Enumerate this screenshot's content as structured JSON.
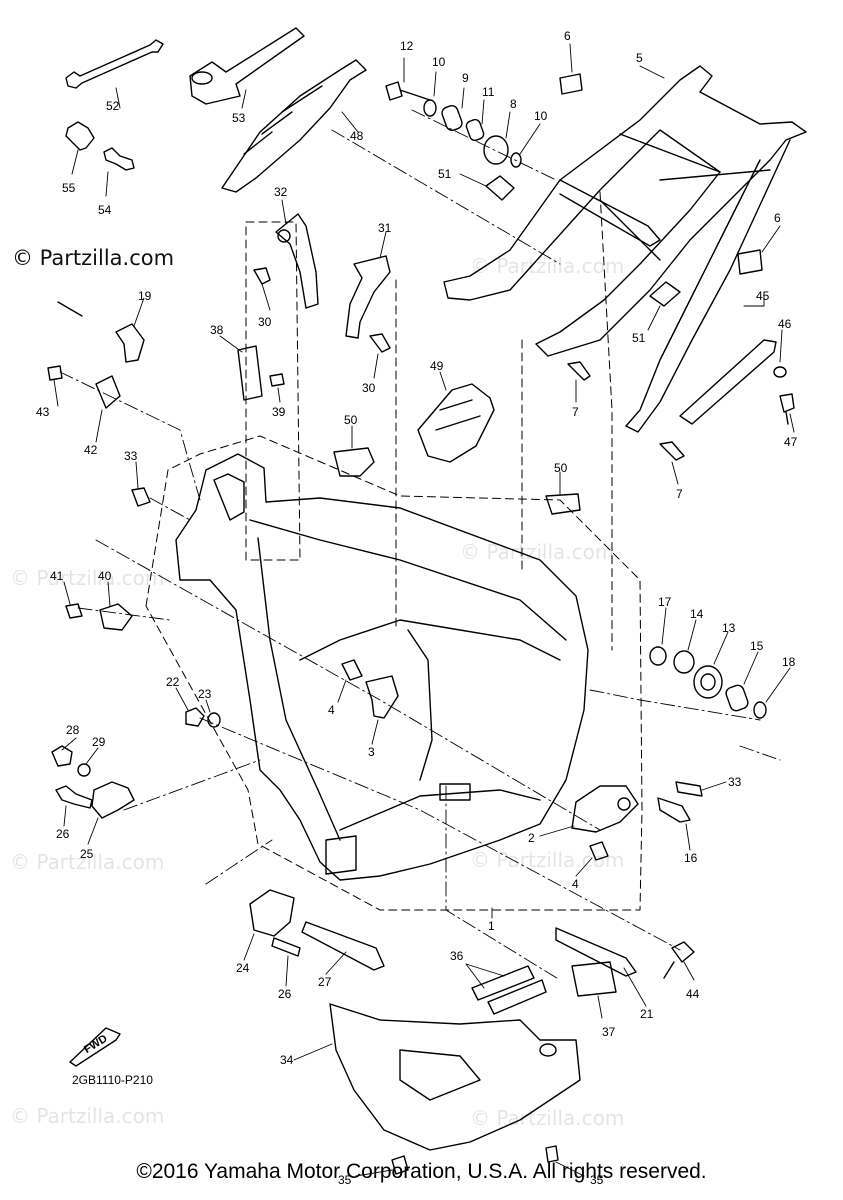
{
  "watermark": {
    "strong": "© Partzilla.com",
    "faint": "© Partzilla.com"
  },
  "diagram_code": "2GB1110-P210",
  "fwd_label": "FWD",
  "copyright": "©2016 Yamaha Motor Corporation, U.S.A. All rights reserved.",
  "callouts": {
    "c52": "52",
    "c53": "53",
    "c55": "55",
    "c54": "54",
    "c48": "48",
    "c12": "12",
    "c10a": "10",
    "c9": "9",
    "c11": "11",
    "c8": "8",
    "c10b": "10",
    "c6a": "6",
    "c5": "5",
    "c51a": "51",
    "c6b": "6",
    "c45": "45",
    "c46": "46",
    "c51b": "51",
    "c47": "47",
    "c32": "32",
    "c31": "31",
    "c30a": "30",
    "c30b": "30",
    "c19": "19",
    "c38": "38",
    "c39": "39",
    "c43": "43",
    "c42": "42",
    "c49": "49",
    "c7a": "7",
    "c7b": "7",
    "c33a": "33",
    "c50a": "50",
    "c50b": "50",
    "c41": "41",
    "c40": "40",
    "c17": "17",
    "c14": "14",
    "c13": "13",
    "c15": "15",
    "c18": "18",
    "c22": "22",
    "c23": "23",
    "c4a": "4",
    "c3": "3",
    "c28": "28",
    "c29": "29",
    "c26a": "26",
    "c25": "25",
    "c33b": "33",
    "c16": "16",
    "c2": "2",
    "c4b": "4",
    "c1": "1",
    "c24": "24",
    "c26b": "26",
    "c27": "27",
    "c36": "36",
    "c44": "44",
    "c21": "21",
    "c37": "37",
    "c34": "34",
    "c35a": "35",
    "c35b": "35"
  }
}
